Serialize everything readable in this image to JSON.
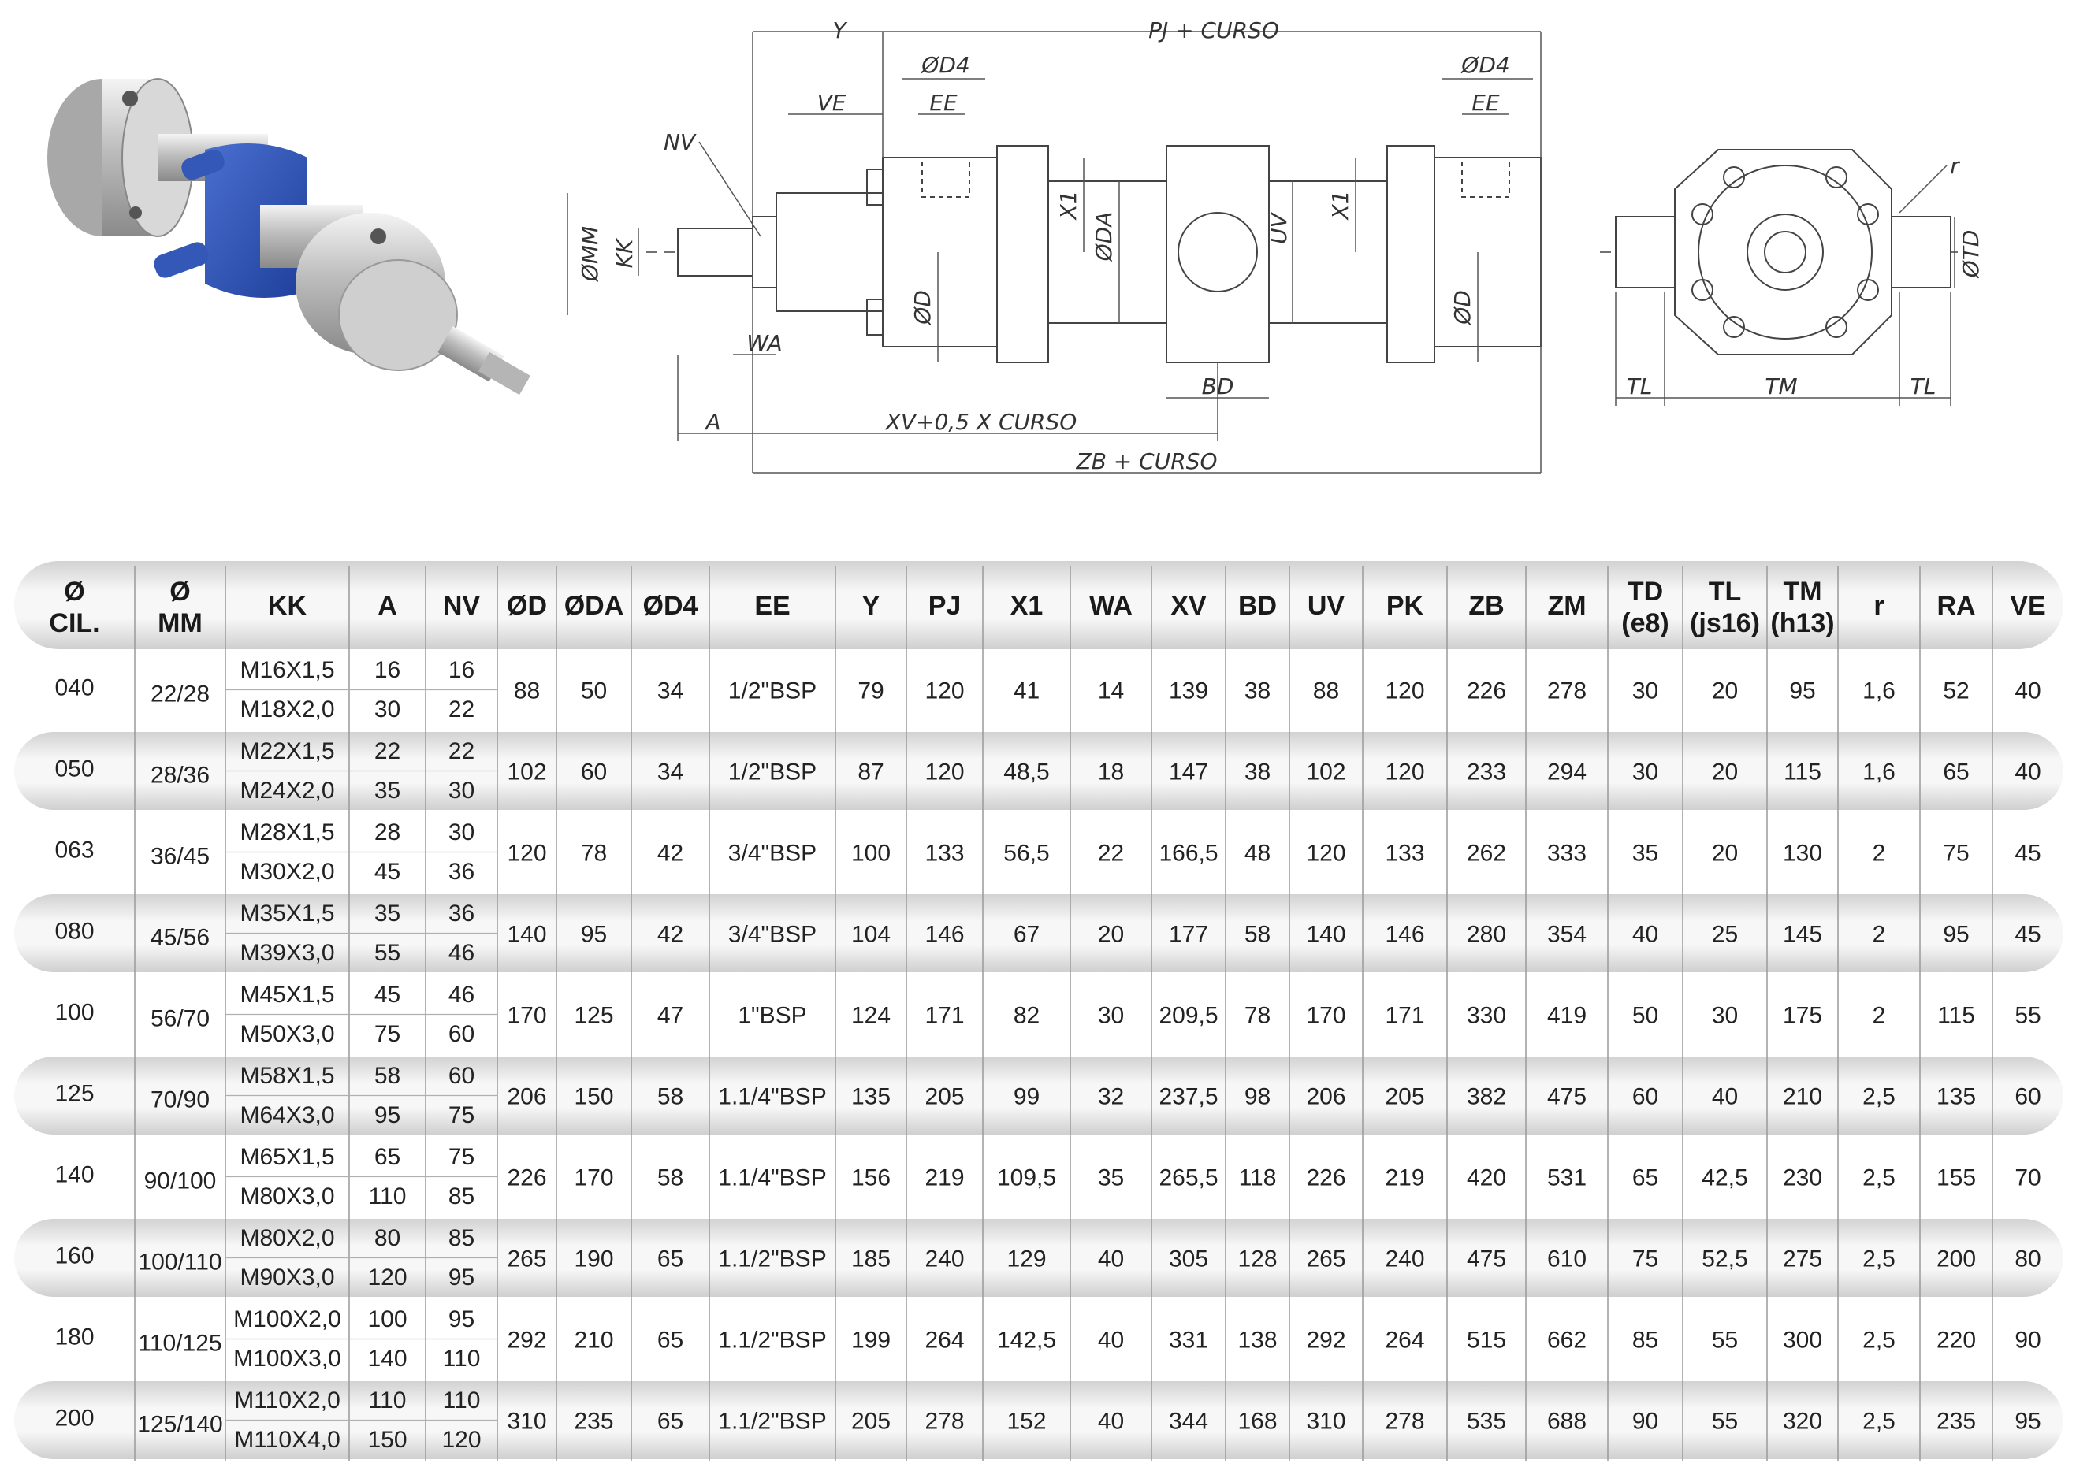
{
  "drawing": {
    "top_labels": {
      "y": "Y",
      "pj_curso": "PJ + CURSO",
      "d4_left": "ØD4",
      "d4_right": "ØD4",
      "ee_left": "EE",
      "ee_right": "EE",
      "ve": "VE",
      "nv": "NV"
    },
    "side_labels": {
      "mm": "ØMM",
      "kk": "KK",
      "x1_left": "X1",
      "da": "ØDA",
      "uv": "UV",
      "x1_right": "X1",
      "d_left": "ØD",
      "d_right": "ØD",
      "wa": "WA",
      "bd": "BD",
      "td": "ØTD",
      "r": "r"
    },
    "bottom_labels": {
      "a": "A",
      "xv_curso": "XV+0,5 X CURSO",
      "zb_curso": "ZB + CURSO",
      "tl_left": "TL",
      "tm": "TM",
      "tl_right": "TL"
    }
  },
  "table": {
    "headers": [
      [
        "Ø",
        "CIL."
      ],
      [
        "Ø",
        "MM"
      ],
      [
        "KK"
      ],
      [
        "A"
      ],
      [
        "NV"
      ],
      [
        "ØD"
      ],
      [
        "ØDA"
      ],
      [
        "ØD4"
      ],
      [
        "EE"
      ],
      [
        "Y"
      ],
      [
        "PJ"
      ],
      [
        "X1"
      ],
      [
        "WA"
      ],
      [
        "XV"
      ],
      [
        "BD"
      ],
      [
        "UV"
      ],
      [
        "PK"
      ],
      [
        "ZB"
      ],
      [
        "ZM"
      ],
      [
        "TD",
        "(e8)"
      ],
      [
        "TL",
        "(js16)"
      ],
      [
        "TM",
        "(h13)"
      ],
      [
        "r"
      ],
      [
        "RA"
      ],
      [
        "VE"
      ]
    ],
    "rows": [
      {
        "cil": "040",
        "mm": "22/28",
        "kk": [
          "M16X1,5",
          "M18X2,0"
        ],
        "a": [
          "16",
          "30"
        ],
        "nv": [
          "16",
          "22"
        ],
        "rest": [
          "88",
          "50",
          "34",
          "1/2\"BSP",
          "79",
          "120",
          "41",
          "14",
          "139",
          "38",
          "88",
          "120",
          "226",
          "278",
          "30",
          "20",
          "95",
          "1,6",
          "52",
          "40"
        ]
      },
      {
        "cil": "050",
        "mm": "28/36",
        "kk": [
          "M22X1,5",
          "M24X2,0"
        ],
        "a": [
          "22",
          "35"
        ],
        "nv": [
          "22",
          "30"
        ],
        "rest": [
          "102",
          "60",
          "34",
          "1/2\"BSP",
          "87",
          "120",
          "48,5",
          "18",
          "147",
          "38",
          "102",
          "120",
          "233",
          "294",
          "30",
          "20",
          "115",
          "1,6",
          "65",
          "40"
        ]
      },
      {
        "cil": "063",
        "mm": "36/45",
        "kk": [
          "M28X1,5",
          "M30X2,0"
        ],
        "a": [
          "28",
          "45"
        ],
        "nv": [
          "30",
          "36"
        ],
        "rest": [
          "120",
          "78",
          "42",
          "3/4\"BSP",
          "100",
          "133",
          "56,5",
          "22",
          "166,5",
          "48",
          "120",
          "133",
          "262",
          "333",
          "35",
          "20",
          "130",
          "2",
          "75",
          "45"
        ]
      },
      {
        "cil": "080",
        "mm": "45/56",
        "kk": [
          "M35X1,5",
          "M39X3,0"
        ],
        "a": [
          "35",
          "55"
        ],
        "nv": [
          "36",
          "46"
        ],
        "rest": [
          "140",
          "95",
          "42",
          "3/4\"BSP",
          "104",
          "146",
          "67",
          "20",
          "177",
          "58",
          "140",
          "146",
          "280",
          "354",
          "40",
          "25",
          "145",
          "2",
          "95",
          "45"
        ]
      },
      {
        "cil": "100",
        "mm": "56/70",
        "kk": [
          "M45X1,5",
          "M50X3,0"
        ],
        "a": [
          "45",
          "75"
        ],
        "nv": [
          "46",
          "60"
        ],
        "rest": [
          "170",
          "125",
          "47",
          "1\"BSP",
          "124",
          "171",
          "82",
          "30",
          "209,5",
          "78",
          "170",
          "171",
          "330",
          "419",
          "50",
          "30",
          "175",
          "2",
          "115",
          "55"
        ]
      },
      {
        "cil": "125",
        "mm": "70/90",
        "kk": [
          "M58X1,5",
          "M64X3,0"
        ],
        "a": [
          "58",
          "95"
        ],
        "nv": [
          "60",
          "75"
        ],
        "rest": [
          "206",
          "150",
          "58",
          "1.1/4\"BSP",
          "135",
          "205",
          "99",
          "32",
          "237,5",
          "98",
          "206",
          "205",
          "382",
          "475",
          "60",
          "40",
          "210",
          "2,5",
          "135",
          "60"
        ]
      },
      {
        "cil": "140",
        "mm": "90/100",
        "kk": [
          "M65X1,5",
          "M80X3,0"
        ],
        "a": [
          "65",
          "110"
        ],
        "nv": [
          "75",
          "85"
        ],
        "rest": [
          "226",
          "170",
          "58",
          "1.1/4\"BSP",
          "156",
          "219",
          "109,5",
          "35",
          "265,5",
          "118",
          "226",
          "219",
          "420",
          "531",
          "65",
          "42,5",
          "230",
          "2,5",
          "155",
          "70"
        ]
      },
      {
        "cil": "160",
        "mm": "100/110",
        "kk": [
          "M80X2,0",
          "M90X3,0"
        ],
        "a": [
          "80",
          "120"
        ],
        "nv": [
          "85",
          "95"
        ],
        "rest": [
          "265",
          "190",
          "65",
          "1.1/2\"BSP",
          "185",
          "240",
          "129",
          "40",
          "305",
          "128",
          "265",
          "240",
          "475",
          "610",
          "75",
          "52,5",
          "275",
          "2,5",
          "200",
          "80"
        ]
      },
      {
        "cil": "180",
        "mm": "110/125",
        "kk": [
          "M100X2,0",
          "M100X3,0"
        ],
        "a": [
          "100",
          "140"
        ],
        "nv": [
          "95",
          "110"
        ],
        "rest": [
          "292",
          "210",
          "65",
          "1.1/2\"BSP",
          "199",
          "264",
          "142,5",
          "40",
          "331",
          "138",
          "292",
          "264",
          "515",
          "662",
          "85",
          "55",
          "300",
          "2,5",
          "220",
          "90"
        ]
      },
      {
        "cil": "200",
        "mm": "125/140",
        "kk": [
          "M110X2,0",
          "M110X4,0"
        ],
        "a": [
          "110",
          "150"
        ],
        "nv": [
          "110",
          "120"
        ],
        "rest": [
          "310",
          "235",
          "65",
          "1.1/2\"BSP",
          "205",
          "278",
          "152",
          "40",
          "344",
          "168",
          "310",
          "278",
          "535",
          "688",
          "90",
          "55",
          "320",
          "2,5",
          "235",
          "95"
        ]
      }
    ]
  }
}
